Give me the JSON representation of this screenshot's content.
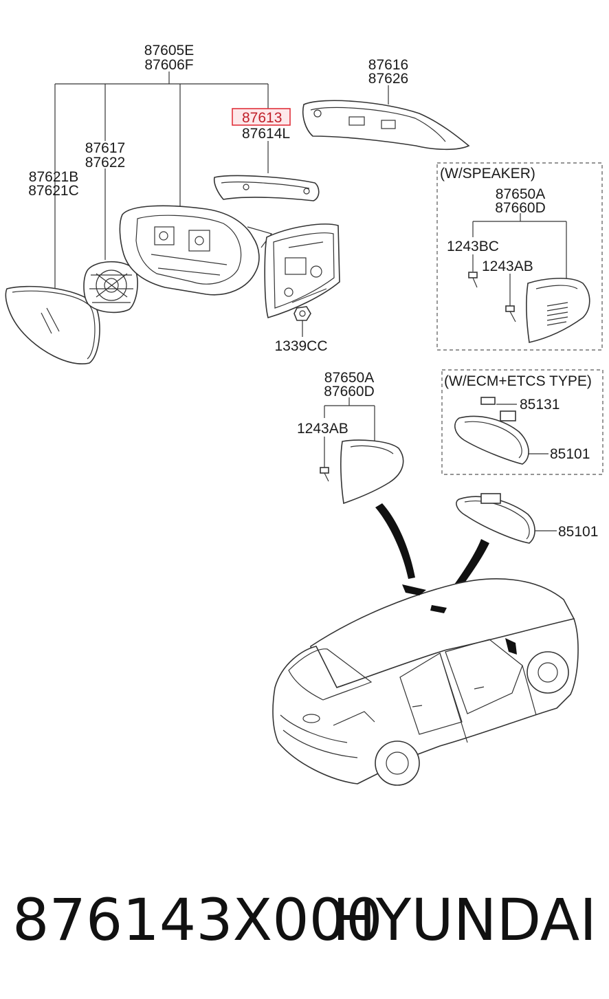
{
  "labels": {
    "mirror_assy_1": "87605E",
    "mirror_assy_2": "87606F",
    "cover_1": "87616",
    "cover_2": "87626",
    "lamp_1": "87613",
    "lamp_2": "87614L",
    "actuator_1": "87617",
    "actuator_2": "87622",
    "glass_1": "87621B",
    "glass_2": "87621C",
    "nut": "1339CC",
    "spk_title": "(W/SPEAKER)",
    "spk_part_1": "87650A",
    "spk_part_2": "87660D",
    "spk_screw_1": "1243BC",
    "spk_screw_2": "1243AB",
    "mid_part_1": "87650A",
    "mid_part_2": "87660D",
    "mid_screw": "1243AB",
    "ecm_title": "(W/ECM+ETCS TYPE)",
    "ecm_sensor": "85131",
    "ecm_mirror": "85101",
    "inside_mirror": "85101"
  },
  "highlight": {
    "color": "#e0303a",
    "fill": "#fde8ea"
  },
  "footer": {
    "part_number": "876143X000",
    "brand": "HYUNDAI"
  }
}
